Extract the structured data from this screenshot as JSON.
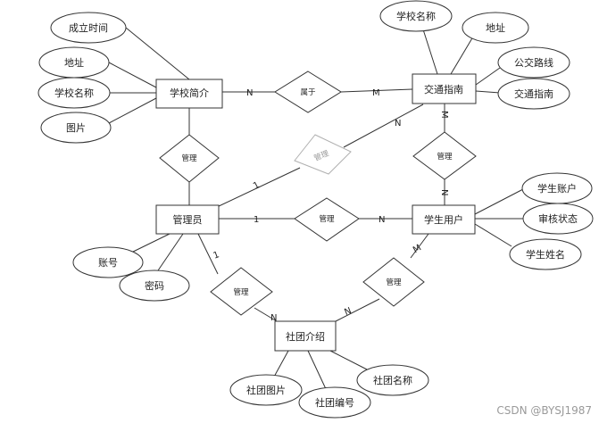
{
  "entities": {
    "school_intro": "学校简介",
    "traffic_guide": "交通指南",
    "admin": "管理员",
    "student_user": "学生用户",
    "club_intro": "社团介绍"
  },
  "relationships": {
    "belongs": "属于",
    "manage_school": "管理",
    "manage_traffic": "管理",
    "manage_student": "管理",
    "manage_cross": "管理",
    "manage_club": "管理",
    "student_club": "管理"
  },
  "attributes": {
    "founded_time": "成立时间",
    "address_school": "地址",
    "school_name_1": "学校名称",
    "image": "图片",
    "school_name_2": "学校名称",
    "address_traffic": "地址",
    "bus_route": "公交路线",
    "traffic_guide_attr": "交通指南",
    "student_account": "学生账户",
    "review_status": "审核状态",
    "student_name": "学生姓名",
    "account": "账号",
    "password": "密码",
    "club_image": "社团图片",
    "club_number": "社团编号",
    "club_name": "社团名称"
  },
  "cardinalities": {
    "school_belongs": "N",
    "traffic_belongs": "M",
    "traffic_cross": "N",
    "traffic_manage": "M",
    "student_manage_top": "N",
    "admin_cross": "1",
    "admin_student": "1",
    "student_admin": "N",
    "admin_club": "1",
    "club_admin": "N",
    "club_student": "N",
    "student_club": "M"
  },
  "watermark": "CSDN @BYSJ1987",
  "colors": {
    "stroke": "#333333",
    "shape_fill": "#ffffff",
    "faded_stroke": "#b0b0b0",
    "faded_text": "#9a9a9a"
  }
}
